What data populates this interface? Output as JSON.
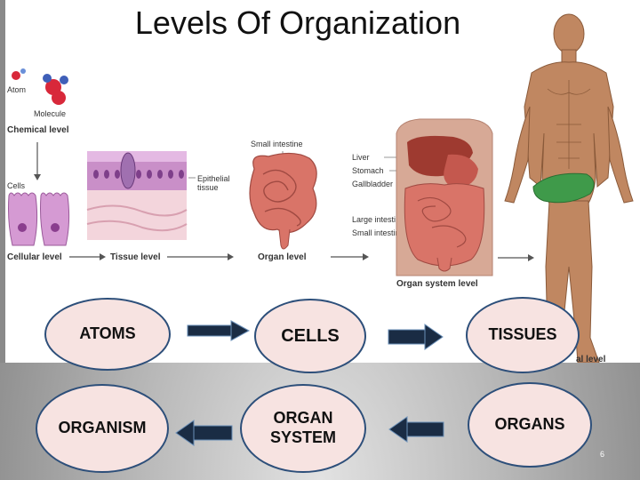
{
  "title": "Levels Of Organization",
  "figure": {
    "chemical": {
      "atom_label": "Atom",
      "molecule_label": "Molecule",
      "level_label": "Chemical level"
    },
    "cellular": {
      "cells_label": "Cells",
      "level_label": "Cellular level"
    },
    "tissue": {
      "epithelial_label": "Epithelial\ntissue",
      "level_label": "Tissue level"
    },
    "organ": {
      "small_intestine_label": "Small intestine",
      "level_label": "Organ level"
    },
    "organ_system": {
      "liver_label": "Liver",
      "stomach_label": "Stomach",
      "gallbladder_label": "Gallbladder",
      "large_intestine_label": "Large intestine",
      "small_intestine_label": "Small intestine",
      "level_label": "Organ system level"
    },
    "organism": {
      "level_label_partial": "al level"
    }
  },
  "flow": {
    "row1": [
      "ATOMS",
      "CELLS",
      "TISSUES"
    ],
    "row2": [
      "ORGANISM",
      "ORGAN SYSTEM",
      "ORGANS"
    ]
  },
  "page_number": "6"
}
